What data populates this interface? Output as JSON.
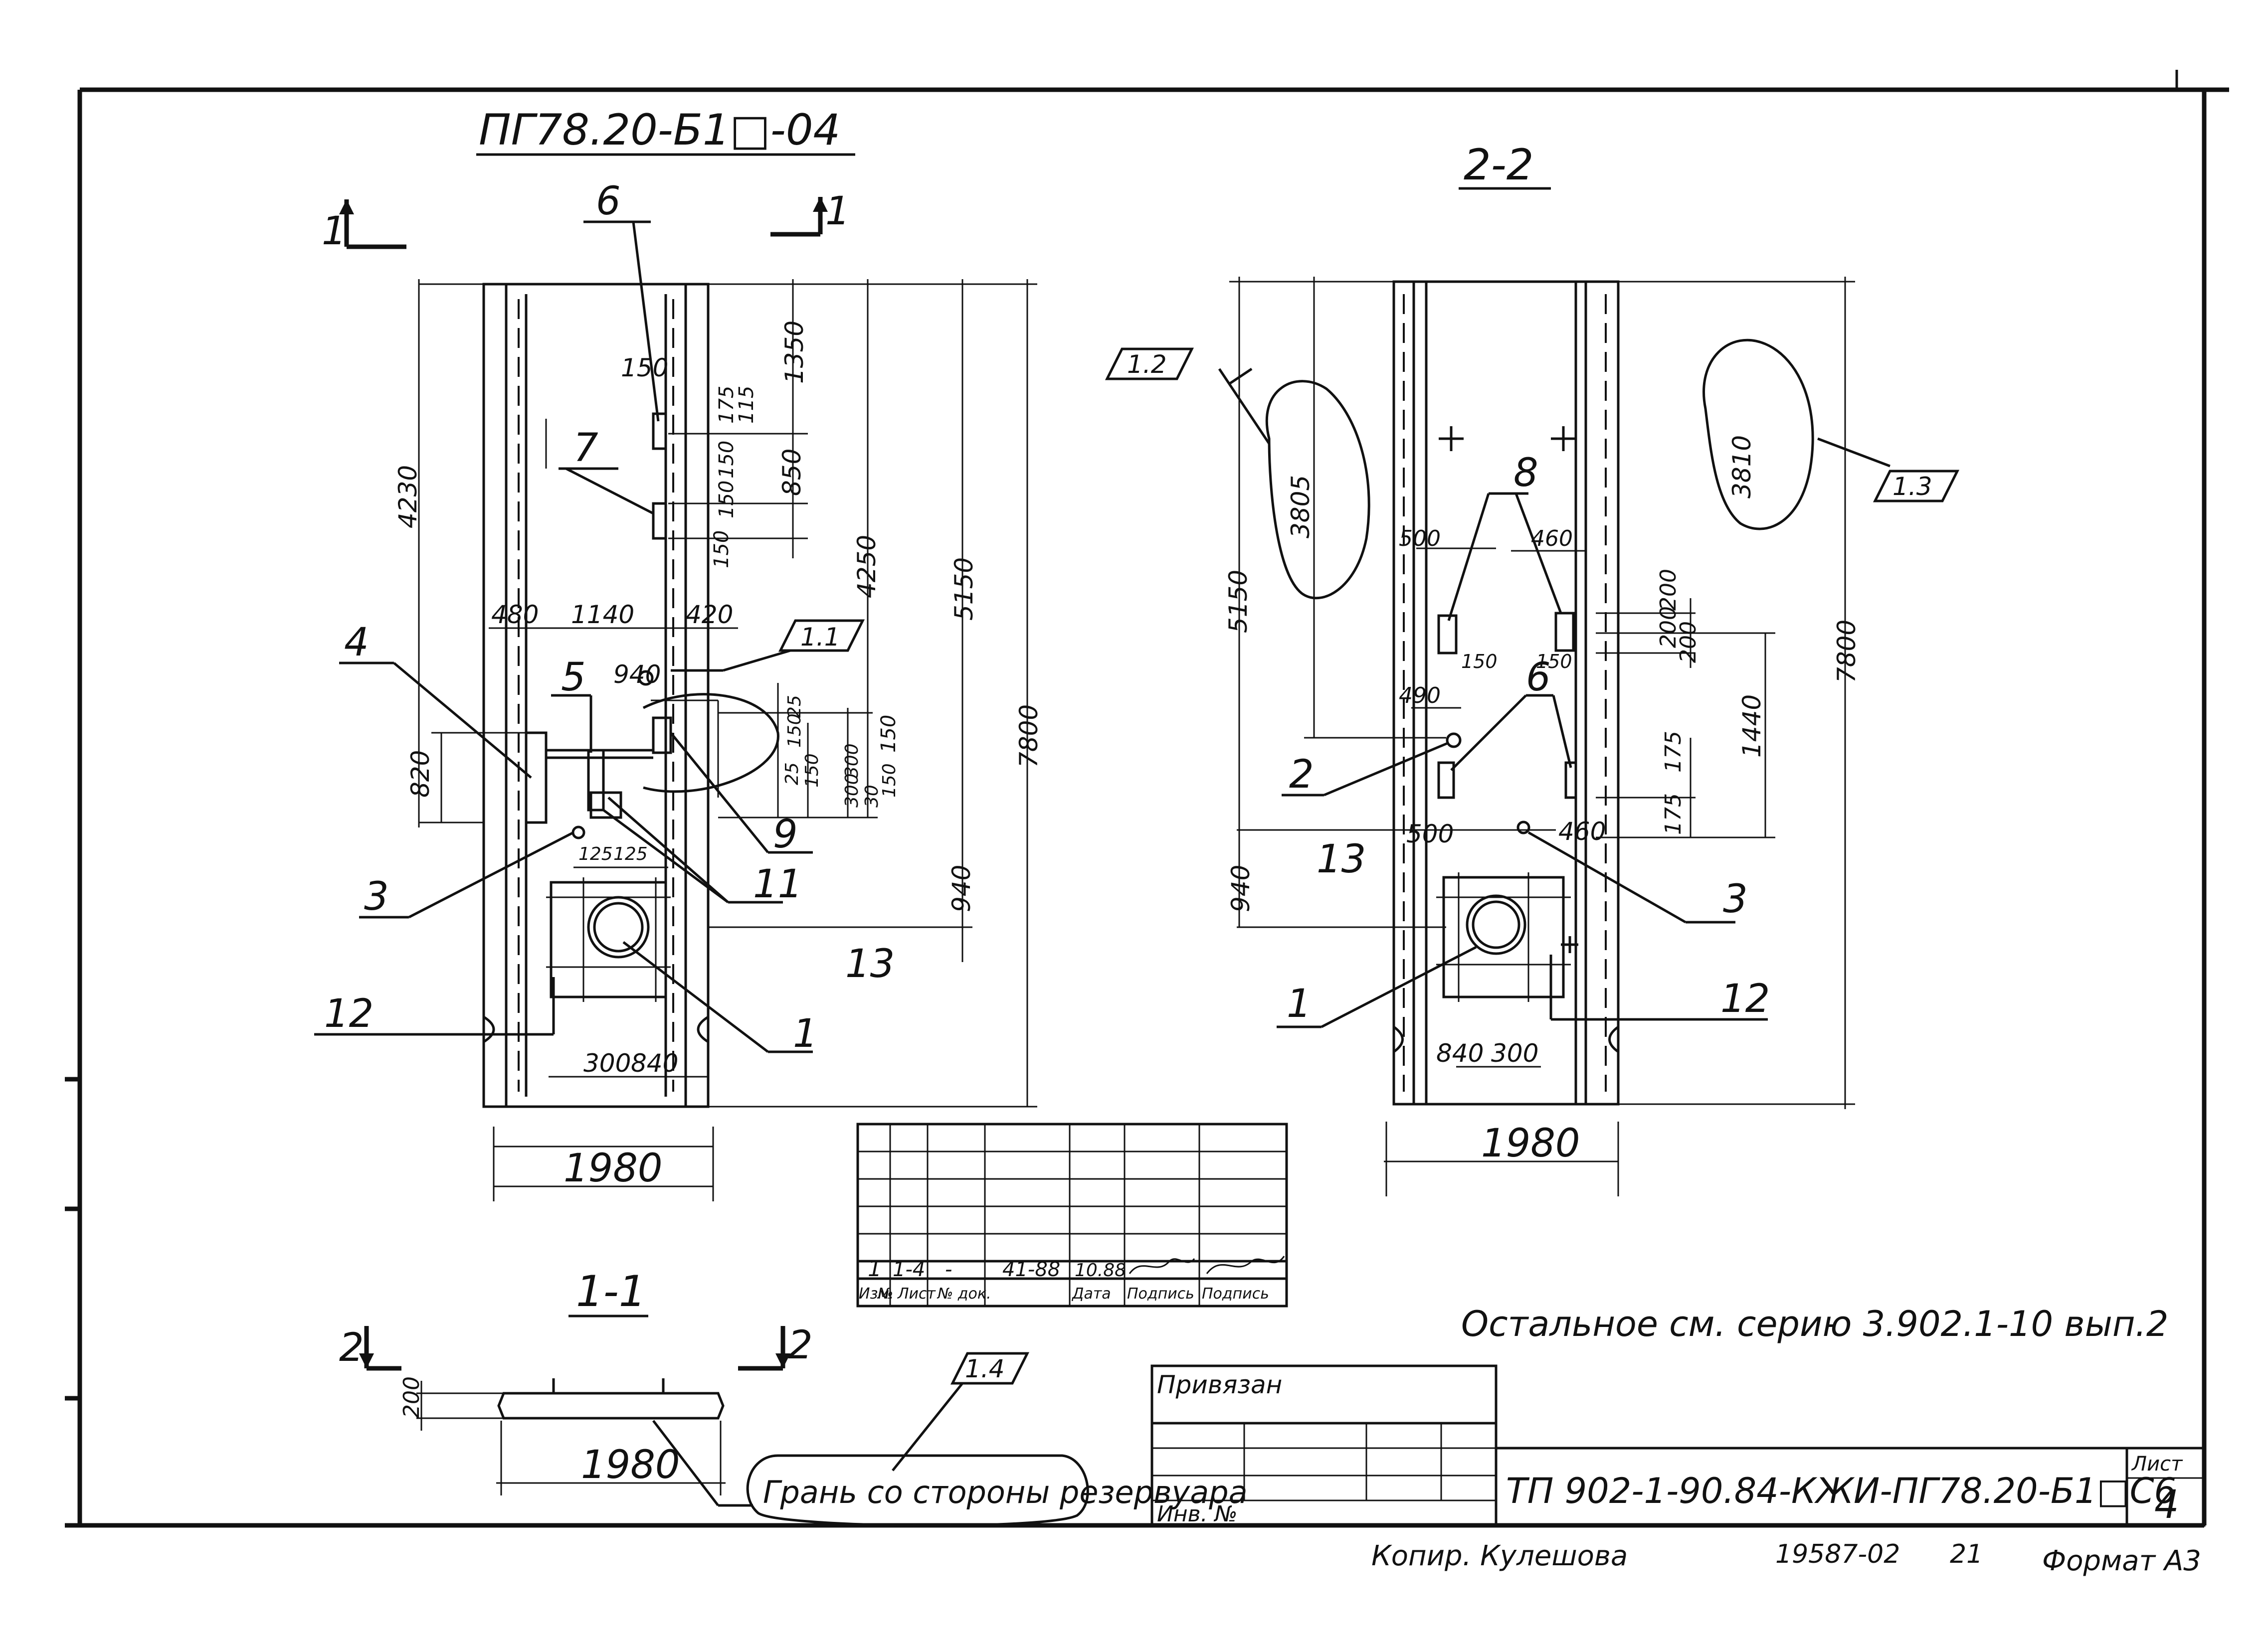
{
  "drawing": {
    "main_title": "ПГ78.20-Б1□-04",
    "section_2_title": "2-2",
    "section_1_title": "1-1",
    "cut_1_mark": "1",
    "cut_2_mark": "2",
    "note_text": "Остальное см. серию 3.902.1-10 вып.2",
    "face_note": "Грань со стороны резервуара",
    "copy_text": "Копир. Кулешова",
    "format_text": "Формат А3",
    "archive_number": "19587-02",
    "archive_sheet": "21"
  },
  "callouts": {
    "c1_1": "1.1",
    "c1_2": "1.2",
    "c1_3": "1.3",
    "c1_4": "1.4",
    "ellipse_left": "3805",
    "ellipse_right": "3810"
  },
  "left_view": {
    "marks": [
      "6",
      "7",
      "4",
      "5",
      "3",
      "12",
      "9",
      "11",
      "13",
      "1"
    ],
    "dims": {
      "d4230": "4230",
      "d820": "820",
      "d480": "480",
      "d1140": "1140",
      "d420": "420",
      "d940a": "940",
      "d150a": "150",
      "d1350": "1350",
      "d850": "850",
      "d175": "175",
      "d115": "115",
      "d150b": "150",
      "d150c": "150",
      "d150d": "150",
      "d4250": "4250",
      "d5150": "5150",
      "d7800": "7800",
      "d940b": "940",
      "d25a": "25",
      "d150e": "150",
      "d25b": "25",
      "d150f": "150",
      "d150g": "150",
      "d300a": "300",
      "d300b": "300",
      "d30": "30",
      "d150h": "150",
      "d125a": "125",
      "d125b": "125",
      "d300c": "300",
      "d840": "840",
      "d1980": "1980"
    }
  },
  "right_view": {
    "marks": [
      "8",
      "6",
      "2",
      "3",
      "13",
      "1",
      "12"
    ],
    "dims": {
      "d5150": "5150",
      "d500a": "500",
      "d460a": "460",
      "d150a": "150",
      "d150b": "150",
      "d490": "490",
      "d200a": "200",
      "d200b": "200",
      "d200c": "200",
      "d1440": "1440",
      "d7800": "7800",
      "d175a": "175",
      "d175b": "175",
      "d500b": "500",
      "d460b": "460",
      "d940": "940",
      "d840": "840",
      "d300": "300",
      "d1980": "1980"
    }
  },
  "section_view": {
    "d200": "200",
    "d1980": "1980"
  },
  "revision_table": {
    "row": [
      "1",
      "1-4",
      "-",
      "41-88",
      "10.88",
      "",
      ""
    ],
    "headers": [
      "Изм.",
      "№",
      "Лист",
      "№ док.",
      "Дата",
      "Подпись",
      "Подпись"
    ]
  },
  "title_block": {
    "privyazan": "Привязан",
    "inv_no": "Инв. №",
    "code": "ТП 902-1-90.84-КЖИ-ПГ78.20-Б1□С6",
    "sheet_label": "Лист",
    "sheet_no": "4"
  }
}
